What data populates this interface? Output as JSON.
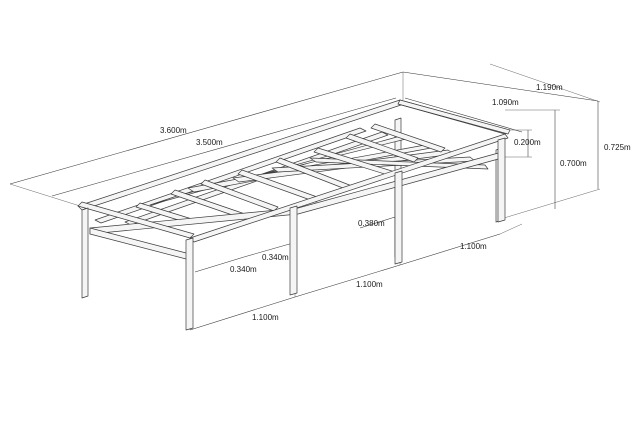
{
  "drawing": {
    "colors": {
      "background": "#ffffff",
      "steel_face": "#f5f5f5",
      "steel_outline": "#3c3c3c",
      "dimension": "#333333",
      "text": "#1a1a1a"
    },
    "dimensions": {
      "total_length": "3.600m",
      "inner_length": "3.500m",
      "total_width": "1.190m",
      "inner_width": "1.090m",
      "total_height": "0.725m",
      "leg_height": "0.700m",
      "frame_depth": "0.200m",
      "crossbar_spacing_a": "0.340m",
      "crossbar_spacing_b": "0.340m",
      "crossbar_spacing_c": "0.380m",
      "leg_spacing_front_left": "1.100m",
      "leg_spacing_front_mid": "1.100m",
      "leg_spacing_front_right": "1.100m"
    }
  }
}
